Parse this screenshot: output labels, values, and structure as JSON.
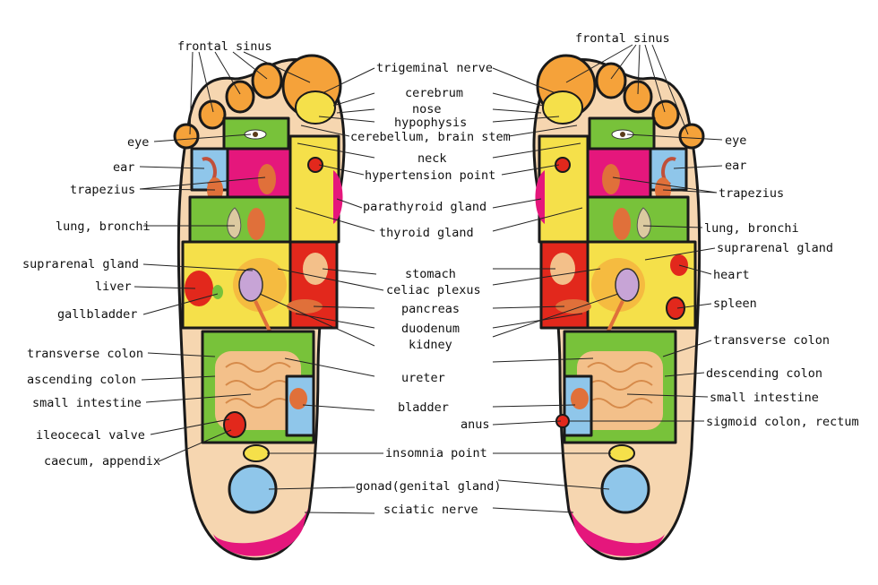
{
  "colors": {
    "skin": "#f6d6b0",
    "yellow": "#f5e04a",
    "green": "#78c23a",
    "magenta": "#e5177c",
    "red": "#e2281c",
    "orange": "#f5a23a",
    "blue": "#8fc6ea",
    "olive": "#c9cf2a",
    "peach": "#f3c08a",
    "organ": "#e0703a",
    "outline": "#1a1a1a"
  },
  "left_foot": {
    "labels": {
      "frontal_sinus": "frontal sinus",
      "eye": "eye",
      "ear": "ear",
      "trapezius": "trapezius",
      "lung_bronchi": "lung, bronchi",
      "suprarenal_gland": "suprarenal gland",
      "liver": "liver",
      "gallbladder": "gallbladder",
      "transverse_colon": "transverse colon",
      "ascending_colon": "ascending colon",
      "small_intestine": "small intestine",
      "ileocecal_valve": "ileocecal valve",
      "caecum_appendix": "caecum, appendix"
    }
  },
  "center": {
    "labels": {
      "trigeminal_nerve": "trigeminal nerve",
      "cerebrum": "cerebrum",
      "nose": "nose",
      "hypophysis": "hypophysis",
      "cerebellum_brain_stem": "cerebellum, brain stem",
      "neck": "neck",
      "hypertension_point": "hypertension point",
      "parathyroid_gland": "parathyroid gland",
      "thyroid_gland": "thyroid gland",
      "stomach": "stomach",
      "celiac_plexus": "celiac plexus",
      "pancreas": "pancreas",
      "duodenum": "duodenum",
      "kidney": "kidney",
      "ureter": "ureter",
      "bladder": "bladder",
      "anus": "anus",
      "insomnia_point": "insomnia point",
      "gonad": "gonad(genital gland)",
      "sciatic_nerve": "sciatic nerve"
    }
  },
  "right_foot": {
    "labels": {
      "frontal_sinus": "frontal sinus",
      "eye": "eye",
      "ear": "ear",
      "trapezius": "trapezius",
      "lung_bronchi": "lung, bronchi",
      "suprarenal_gland": "suprarenal gland",
      "heart": "heart",
      "spleen": "spleen",
      "transverse_colon": "transverse colon",
      "descending_colon": "descending colon",
      "small_intestine": "small intestine",
      "sigmoid_colon_rectum": "sigmoid colon, rectum"
    }
  }
}
